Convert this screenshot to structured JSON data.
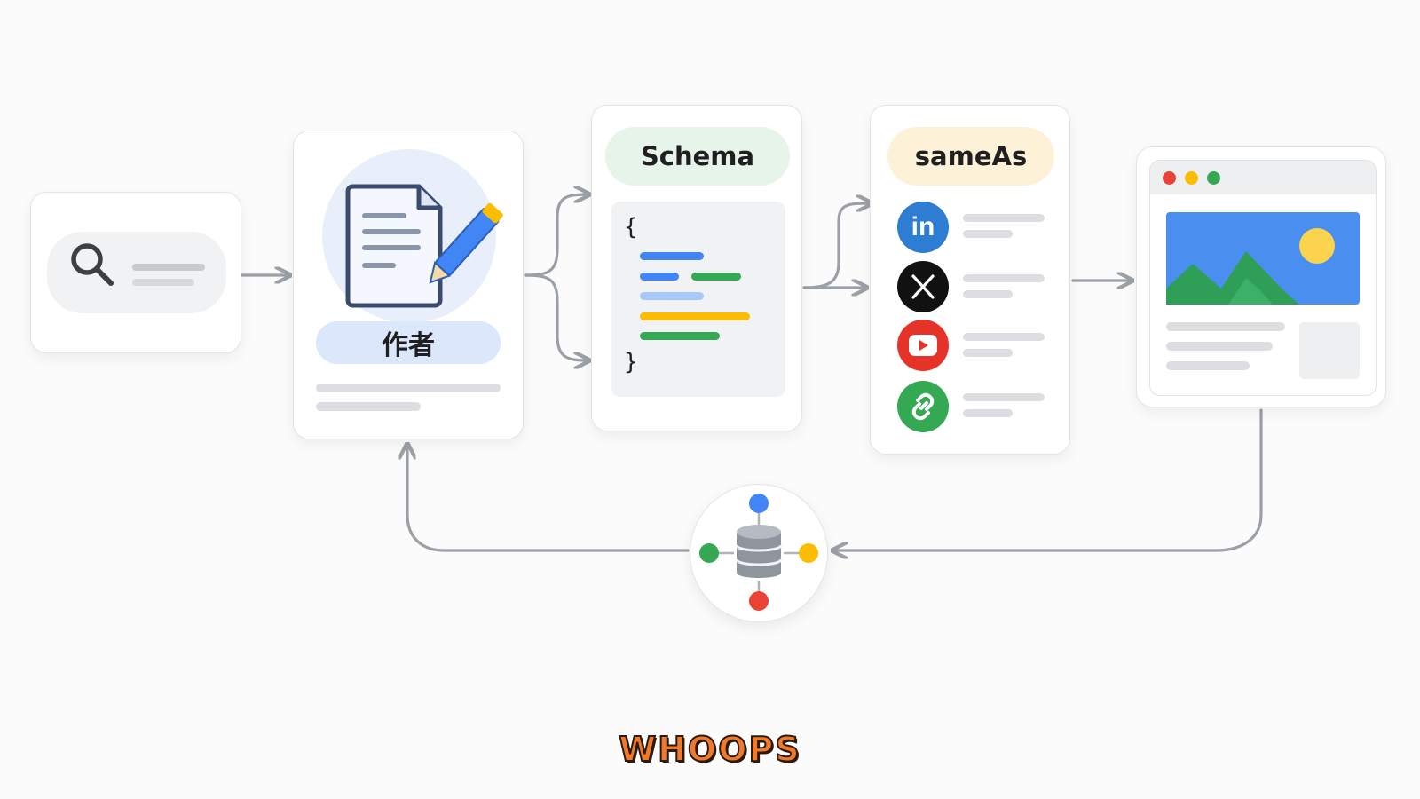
{
  "author_label": "作者",
  "schema_label": "Schema",
  "sameas_label": "sameAs",
  "code": {
    "open_brace": "{",
    "close_brace": "}"
  },
  "watermark": "WHOOPS",
  "icons": {
    "search": "search-icon",
    "author_doc": "document-edit-icon",
    "linkedin": "linkedin-icon",
    "x": "x-icon",
    "youtube": "youtube-icon",
    "link": "link-icon",
    "database": "database-icon",
    "image": "image-icon"
  },
  "colors": {
    "blue": "#4285f4",
    "green": "#34a853",
    "yellow": "#fbbc04",
    "red": "#ea4335",
    "linkedin": "#2d7dd2",
    "youtube": "#e5332a",
    "arrow": "#9aa0a6"
  }
}
